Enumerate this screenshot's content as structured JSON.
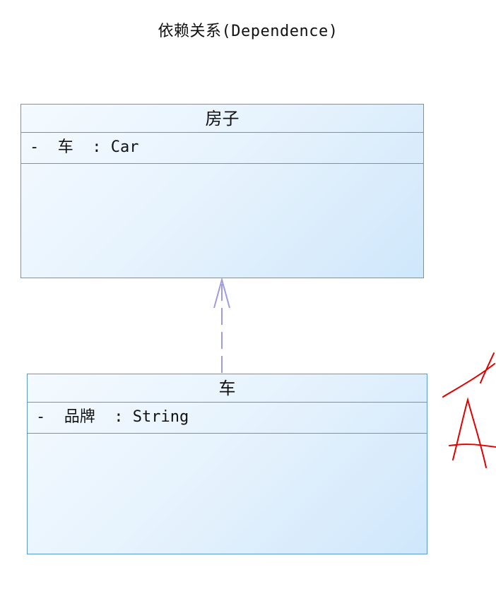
{
  "diagram": {
    "title": "依赖关系(Dependence)",
    "classes": [
      {
        "id": "house",
        "name": "房子",
        "attribute": "-  车  : Car"
      },
      {
        "id": "car",
        "name": "车",
        "attribute": "-  品牌  : String"
      }
    ],
    "relation": {
      "type": "dependency",
      "from": "car",
      "to": "house",
      "line_style": "dashed",
      "arrow": "open",
      "color": "#9f9be0"
    },
    "annotation": {
      "text": "A",
      "color": "#e00000",
      "style": "handwritten"
    },
    "colors": {
      "class_border": "#5b9bd5",
      "class_fill_light": "#f4faff",
      "class_fill_dark": "#cfe7fb"
    }
  }
}
